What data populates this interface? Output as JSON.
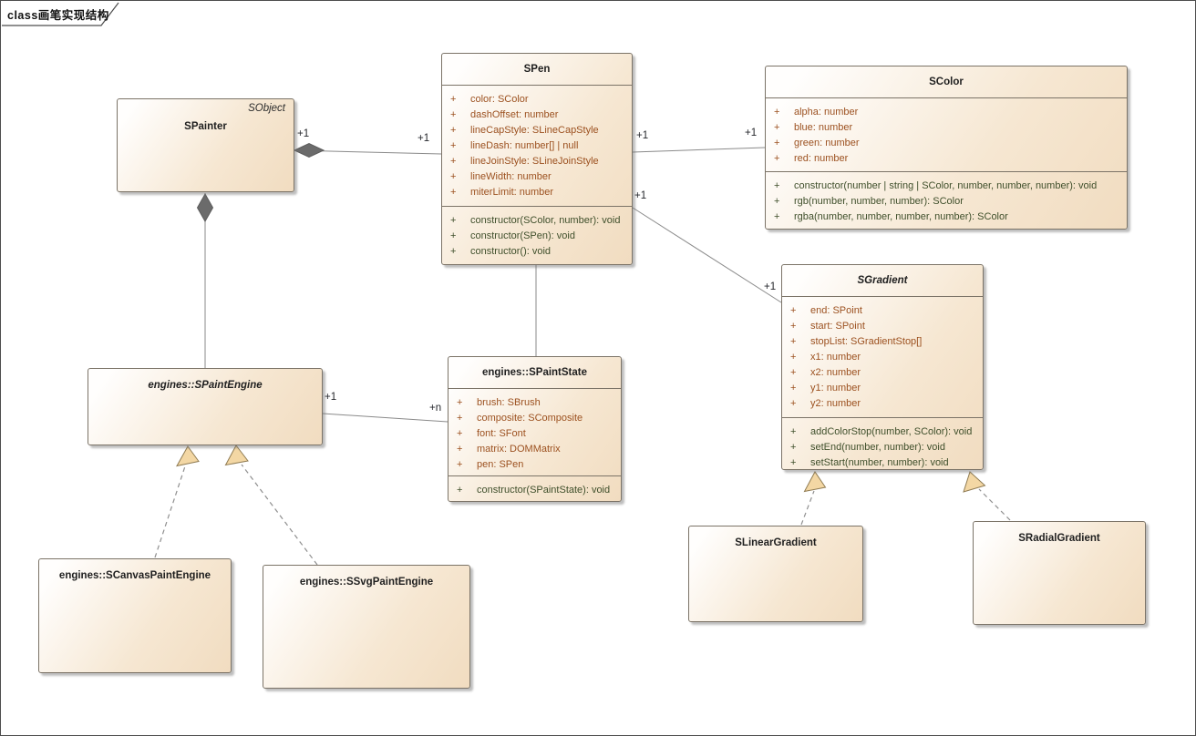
{
  "frame": {
    "label": "class画笔实现结构"
  },
  "visibility_symbol": "+",
  "colors": {
    "box_fill_light": "#fffefd",
    "box_fill_tan": "#f1dcc0",
    "box_border": "#7b7367",
    "attribute_text": "#9c5120",
    "operation_text": "#3f4f2b",
    "line": "#8a8a8a",
    "composition_diamond": "#6b6b6b",
    "generalization_arrow_fill": "#f3d7a4",
    "generalization_arrow_border": "#8f7b52"
  },
  "classes": {
    "spainter": {
      "name": "SPainter",
      "stereotype": "SObject",
      "attributes": [],
      "operations": []
    },
    "spen": {
      "name": "SPen",
      "attributes": [
        "color: SColor",
        "dashOffset: number",
        "lineCapStyle: SLineCapStyle",
        "lineDash: number[] | null",
        "lineJoinStyle: SLineJoinStyle",
        "lineWidth: number",
        "miterLimit: number"
      ],
      "operations": [
        "constructor(SColor, number): void",
        "constructor(SPen): void",
        "constructor(): void"
      ]
    },
    "scolor": {
      "name": "SColor",
      "attributes": [
        "alpha: number",
        "blue: number",
        "green: number",
        "red: number"
      ],
      "operations": [
        "constructor(number | string | SColor, number, number, number): void",
        "rgb(number, number, number): SColor",
        "rgba(number, number, number, number): SColor"
      ]
    },
    "sgradient": {
      "name": "SGradient",
      "abstract": true,
      "attributes": [
        "end: SPoint",
        "start: SPoint",
        "stopList: SGradientStop[]",
        "x1: number",
        "x2: number",
        "y1: number",
        "y2: number"
      ],
      "operations": [
        "addColorStop(number, SColor): void",
        "setEnd(number, number): void",
        "setStart(number, number): void"
      ]
    },
    "spaintstate": {
      "name": "engines::SPaintState",
      "attributes": [
        "brush: SBrush",
        "composite: SComposite",
        "font: SFont",
        "matrix: DOMMatrix",
        "pen: SPen"
      ],
      "operations": [
        "constructor(SPaintState): void"
      ]
    },
    "spaintengine": {
      "name": "engines::SPaintEngine",
      "abstract": true,
      "attributes": [],
      "operations": []
    },
    "scanvaspaintengine": {
      "name": "engines::SCanvasPaintEngine",
      "attributes": [],
      "operations": []
    },
    "ssvgpaintengine": {
      "name": "engines::SSvgPaintEngine",
      "attributes": [],
      "operations": []
    },
    "slineargradient": {
      "name": "SLinearGradient",
      "attributes": [],
      "operations": []
    },
    "sradialgradient": {
      "name": "SRadialGradient",
      "attributes": [],
      "operations": []
    }
  },
  "relationships": [
    {
      "from": "SPainter",
      "to": "SPen",
      "type": "composition",
      "labels": [
        "+1",
        "+1"
      ]
    },
    {
      "from": "SPainter",
      "to": "engines::SPaintEngine",
      "type": "composition",
      "labels": []
    },
    {
      "from": "SPen",
      "to": "SColor",
      "type": "association",
      "labels": [
        "+1",
        "+1"
      ]
    },
    {
      "from": "SPen",
      "to": "SGradient",
      "type": "association",
      "labels": [
        "+1",
        "+1"
      ]
    },
    {
      "from": "SPen",
      "to": "engines::SPaintState",
      "type": "association",
      "labels": []
    },
    {
      "from": "engines::SPaintEngine",
      "to": "engines::SPaintState",
      "type": "association",
      "labels": [
        "+1",
        "+n"
      ]
    },
    {
      "from": "engines::SCanvasPaintEngine",
      "to": "engines::SPaintEngine",
      "type": "generalization",
      "labels": []
    },
    {
      "from": "engines::SSvgPaintEngine",
      "to": "engines::SPaintEngine",
      "type": "generalization",
      "labels": []
    },
    {
      "from": "SLinearGradient",
      "to": "SGradient",
      "type": "generalization",
      "labels": []
    },
    {
      "from": "SRadialGradient",
      "to": "SGradient",
      "type": "generalization",
      "labels": []
    }
  ]
}
